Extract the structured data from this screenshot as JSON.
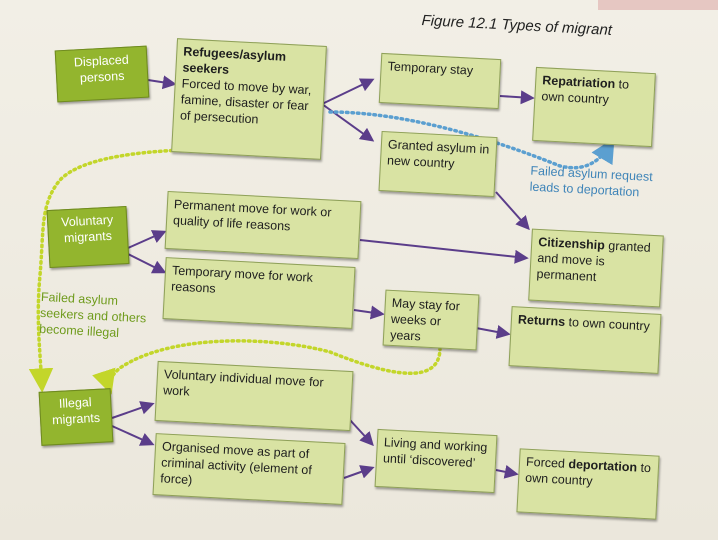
{
  "figure": {
    "title": "Figure 12.1  Types of migrant"
  },
  "categories": {
    "displaced": "Displaced persons",
    "voluntary": "Voluntary migrants",
    "illegal": "Illegal migrants"
  },
  "boxes": {
    "refugees": {
      "bold": "Refugees/asylum seekers",
      "text": "Forced to move by war, famine, disaster or fear of persecution"
    },
    "temporary_stay": {
      "text": "Temporary stay"
    },
    "repatriation": {
      "bold": "Repatriation",
      "text": " to own country"
    },
    "granted_asylum": {
      "text": "Granted asylum in new country"
    },
    "permanent_move": {
      "text": "Permanent move for work or quality of life reasons"
    },
    "citizenship": {
      "bold": "Citizenship",
      "text": " granted and move is permanent"
    },
    "temporary_move": {
      "text": "Temporary move for work reasons"
    },
    "may_stay": {
      "text": "May stay for weeks or years"
    },
    "returns": {
      "bold": "Returns",
      "text": " to own country"
    },
    "voluntary_individual": {
      "text": "Voluntary individual move for work"
    },
    "organised_move": {
      "text": "Organised move as part of criminal activity (element of force)"
    },
    "living_working": {
      "text": "Living and working until ‘discovered’"
    },
    "forced_deportation": {
      "text_pre": "Forced ",
      "bold": "deportation",
      "text": " to own country"
    }
  },
  "notes": {
    "failed_asylum_request": "Failed asylum request leads to deportation",
    "failed_asylum_seekers": "Failed asylum seekers and others become illegal"
  },
  "colors": {
    "arrow": "#5b3d8a",
    "green_dotted": "#c3d62a",
    "blue_dotted": "#5b9fd0",
    "box_light": "#d9e3a3",
    "box_dark": "#93b52e"
  }
}
